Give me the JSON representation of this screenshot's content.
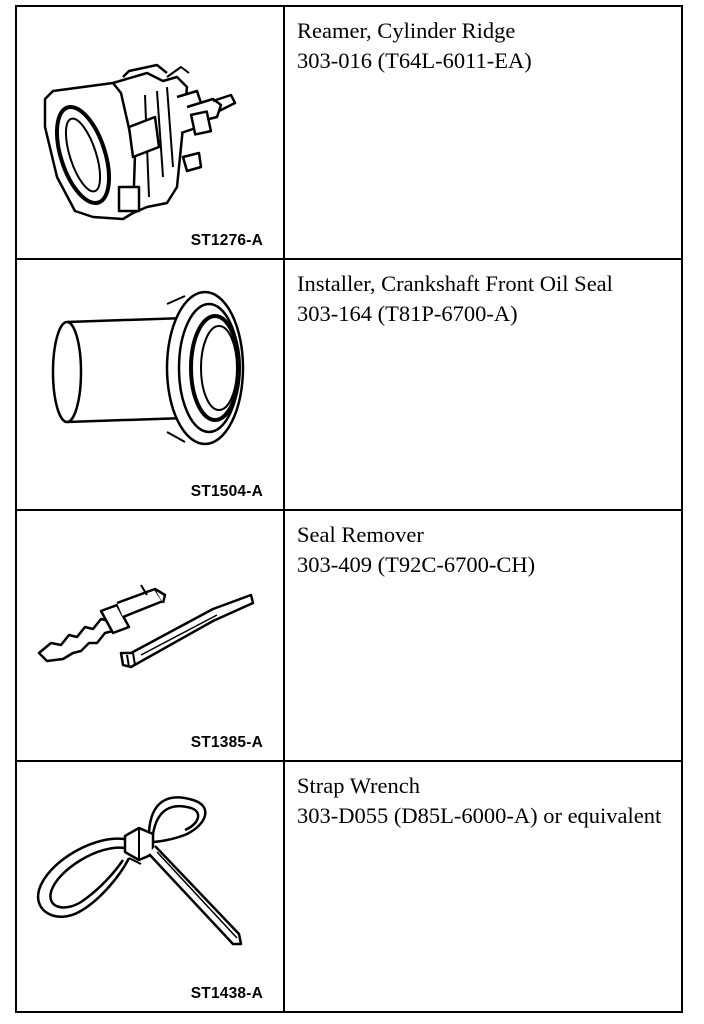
{
  "tools": [
    {
      "name": "Reamer, Cylinder Ridge",
      "part_number": "303-016 (T64L-6011-EA)",
      "figure_code": "ST1276-A",
      "icon": "cylinder-ridge-reamer-icon"
    },
    {
      "name": "Installer, Crankshaft Front Oil Seal",
      "part_number": "303-164 (T81P-6700-A)",
      "figure_code": "ST1504-A",
      "icon": "seal-installer-icon"
    },
    {
      "name": "Seal Remover",
      "part_number": "303-409 (T92C-6700-CH)",
      "figure_code": "ST1385-A",
      "icon": "seal-remover-icon"
    },
    {
      "name": "Strap Wrench",
      "part_number": "303-D055 (D85L-6000-A) or equivalent",
      "figure_code": "ST1438-A",
      "icon": "strap-wrench-icon"
    }
  ]
}
